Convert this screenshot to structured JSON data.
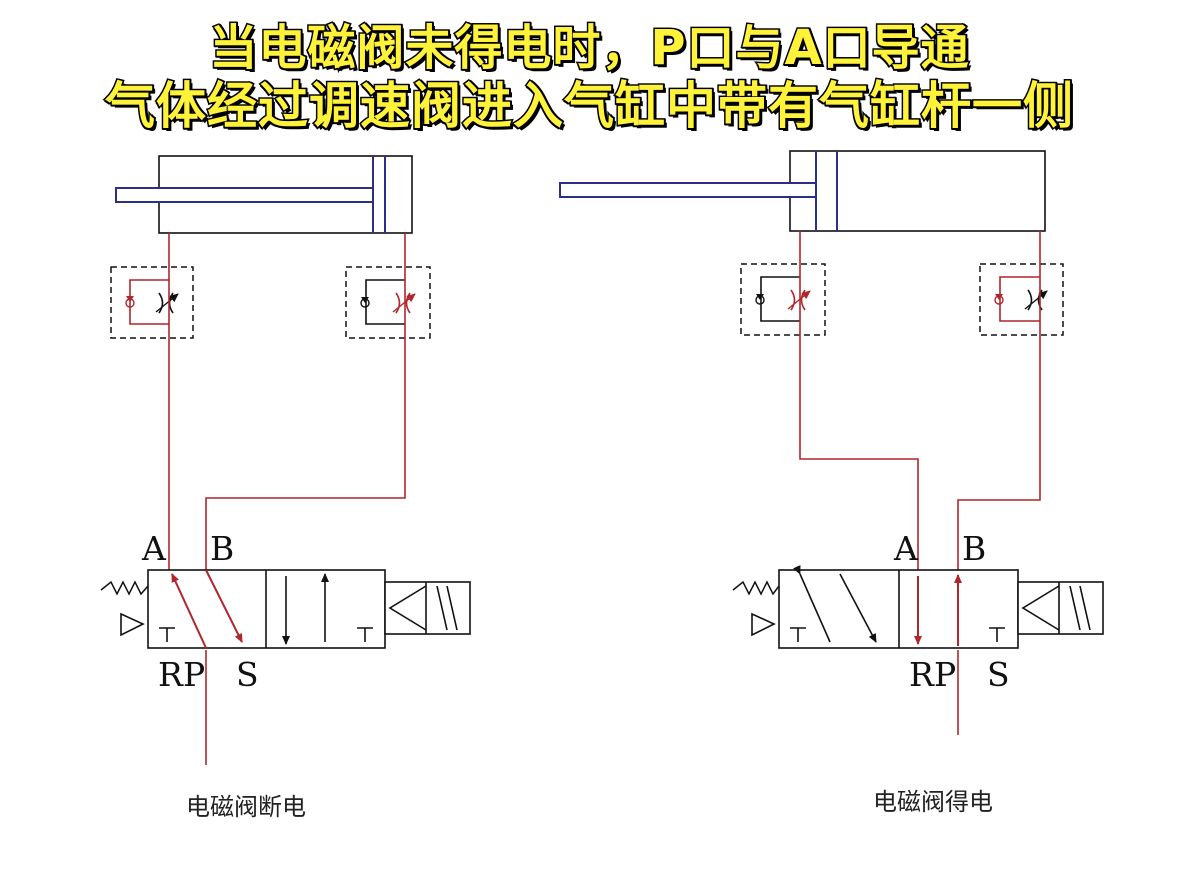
{
  "title": {
    "line1": "当电磁阀未得电时，P口与A口导通",
    "line2": "气体经过调速阀进入气缸中带有气缸杆一侧"
  },
  "left": {
    "caption": "电磁阀断电",
    "ports": {
      "A": "A",
      "B": "B",
      "R": "R",
      "P": "P",
      "S": "S"
    }
  },
  "right": {
    "caption": "电磁阀得电",
    "ports": {
      "A": "A",
      "B": "B",
      "R": "R",
      "P": "P",
      "S": "S"
    }
  },
  "colors": {
    "pipe": "#b0262a",
    "rod": "#2b2f8a",
    "line": "#111111",
    "title_fill": "#fff23a",
    "title_stroke": "#111111"
  }
}
